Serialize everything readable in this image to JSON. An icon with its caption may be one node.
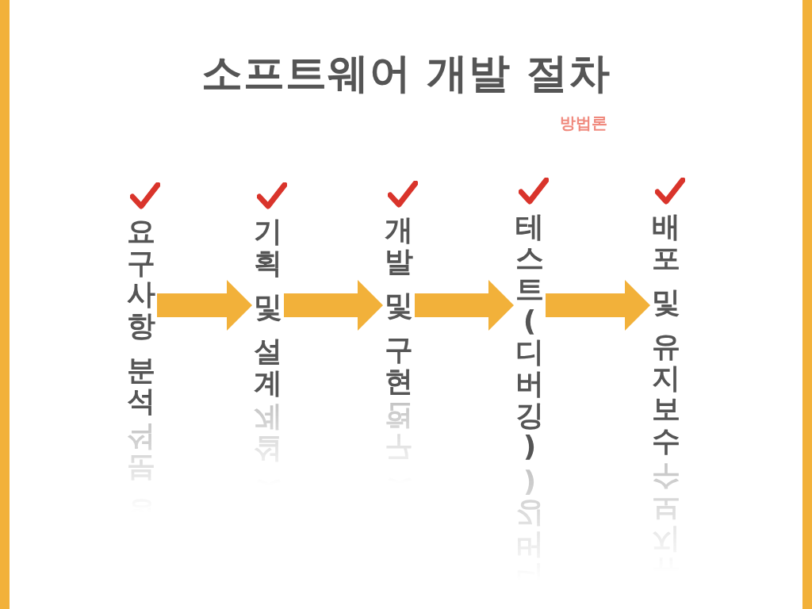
{
  "diagram": {
    "title": "소프트웨어 개발 절차",
    "nodes": [
      {
        "text": [
          "요구사항 분석"
        ]
      },
      {
        "text": [
          "기획 및 설계"
        ]
      },
      {
        "text": [
          "개발 및 구현"
        ]
      },
      {
        "text": [
          "테스트(디버깅)"
        ]
      },
      {
        "text": [
          "배포 및 유지보수"
        ]
      }
    ],
    "edges": [
      {
        "from": 0,
        "to": 1,
        "arrow": "to"
      },
      {
        "from": 1,
        "to": 2,
        "arrow": "to"
      },
      {
        "from": 2,
        "to": 3,
        "arrow": "to"
      },
      {
        "from": 3,
        "to": 4,
        "arrow": "to"
      }
    ],
    "labels": [
      "방법론"
    ]
  }
}
